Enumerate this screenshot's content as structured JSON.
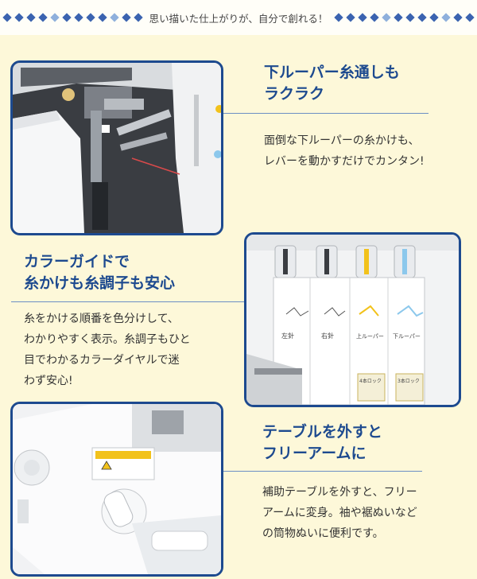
{
  "header": {
    "text": "思い描いた仕上がりが、自分で創れる！",
    "diamond_colors": [
      "#3b63b0",
      "#8fb0dc"
    ]
  },
  "sections": [
    {
      "title_line1": "下ルーパー糸通しも",
      "title_line2": "ラクラク",
      "body_line1": "面倒な下ルーパーの糸かけも、",
      "body_line2": "レバーを動かすだけでカンタン!"
    },
    {
      "title_line1": "カラーガイドで",
      "title_line2": "糸かけも糸調子も安心",
      "body_line1": "糸をかける順番を色分けして、",
      "body_line2": "わかりやすく表示。糸調子もひと",
      "body_line3": "目でわかるカラーダイヤルで迷",
      "body_line4": "わず安心!"
    },
    {
      "title_line1": "テーブルを外すと",
      "title_line2": "フリーアームに",
      "body_line1": "補助テーブルを外すと、フリー",
      "body_line2": "アームに変身。袖や裾ぬいなど",
      "body_line3": "の筒物ぬいに便利です。"
    }
  ],
  "photo2_labels": {
    "dial1": "左針",
    "dial2": "右針",
    "dial3": "上ルーパー",
    "dial4": "下ルーパー",
    "tag_left": "4本ロック",
    "tag_right": "3本ロック"
  },
  "colors": {
    "accent": "#1d4a8f",
    "background": "#fdf8d9",
    "yellow": "#f2c21b",
    "blue": "#8cc8ec"
  }
}
